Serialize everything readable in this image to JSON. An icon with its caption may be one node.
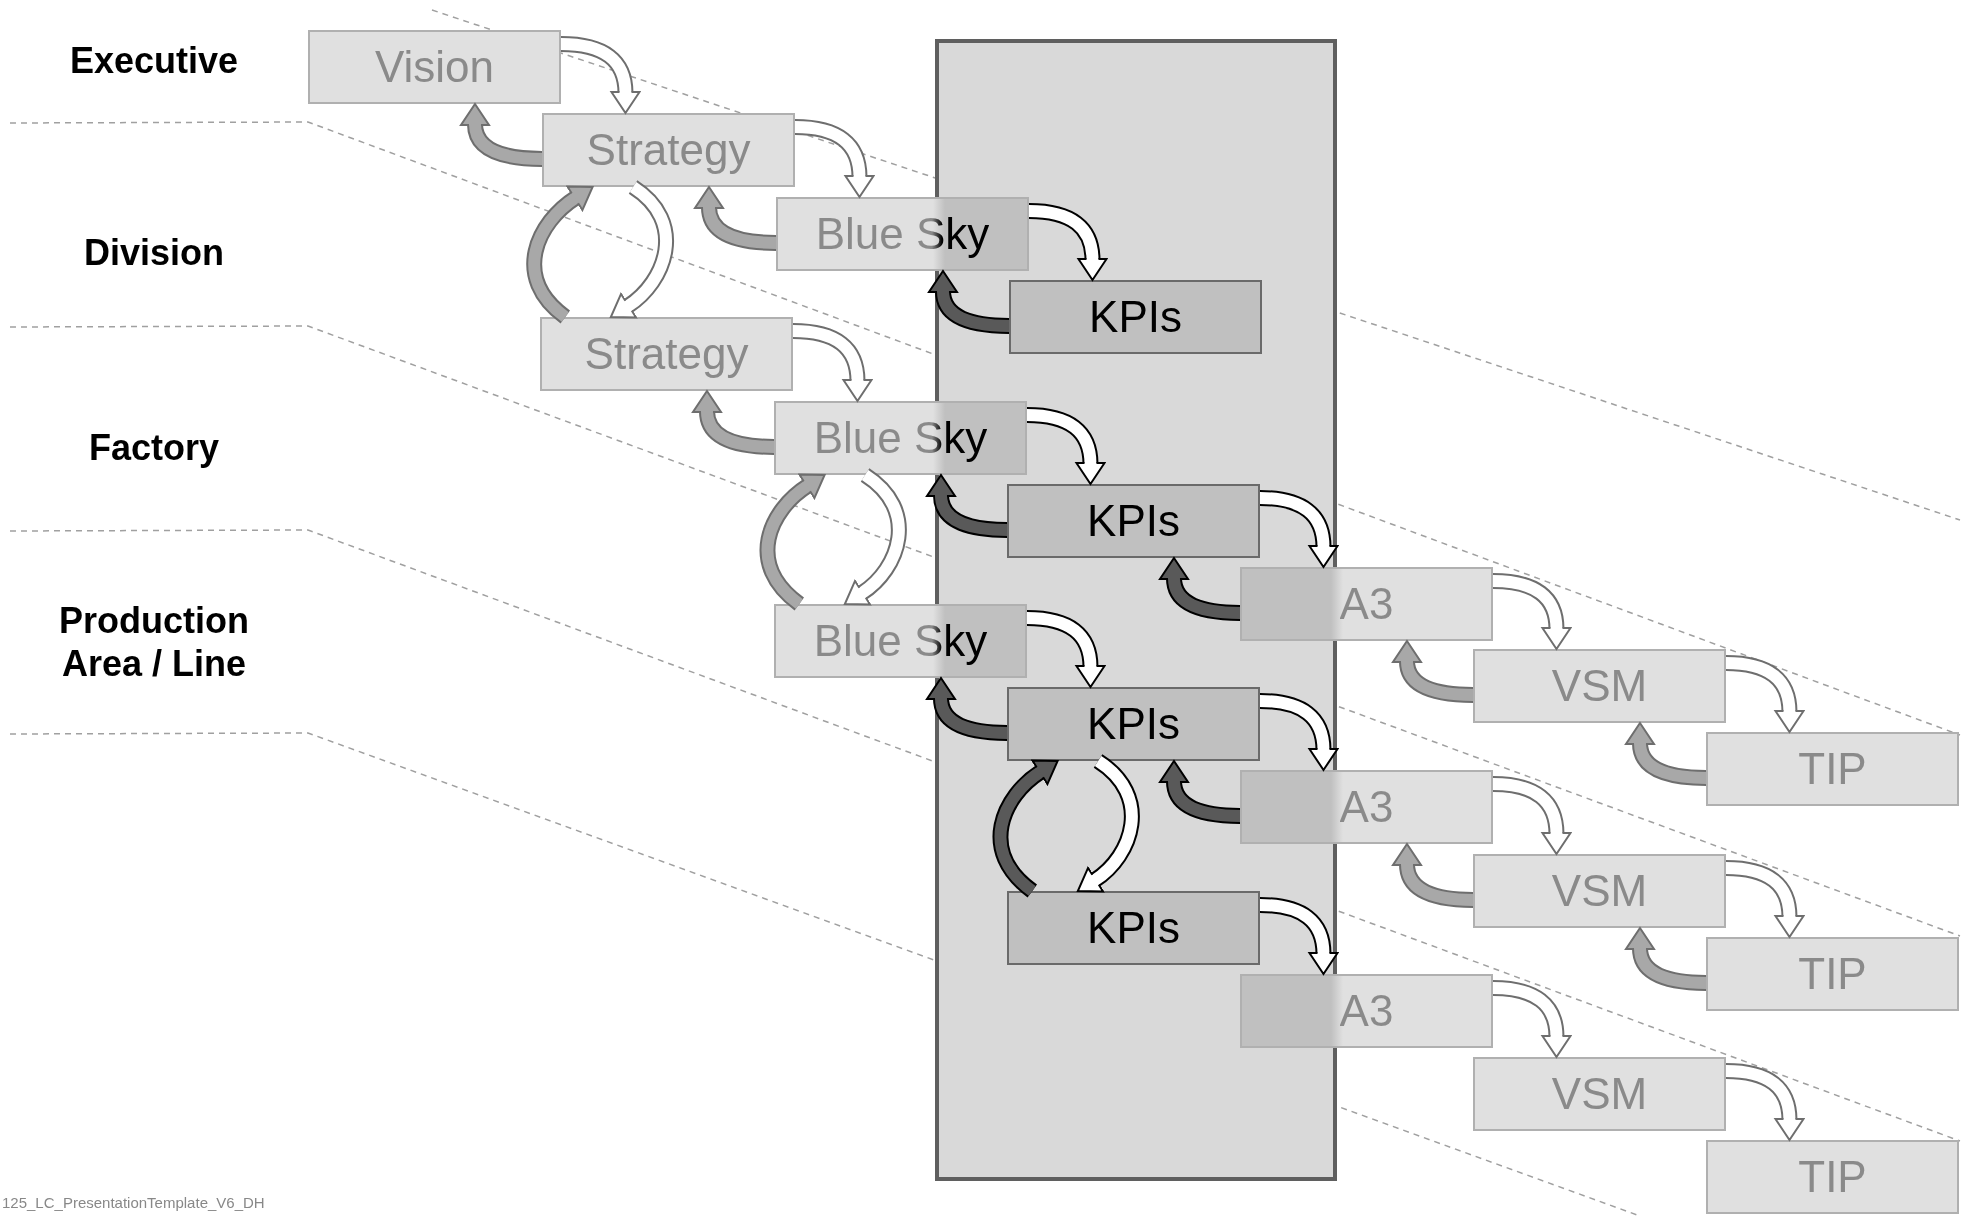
{
  "diagram": {
    "nodes": [
      {
        "text": [
          "Vision"
        ]
      },
      {
        "text": [
          "Strategy"
        ]
      },
      {
        "text": [
          "Blue Sky"
        ]
      },
      {
        "text": [
          "KPIs"
        ]
      },
      {
        "text": [
          "Strategy"
        ]
      },
      {
        "text": [
          "Blue Sky"
        ]
      },
      {
        "text": [
          "KPIs"
        ]
      },
      {
        "text": [
          "A3"
        ]
      },
      {
        "text": [
          "VSM"
        ]
      },
      {
        "text": [
          "TIP"
        ]
      },
      {
        "text": [
          "Blue Sky"
        ]
      },
      {
        "text": [
          "KPIs"
        ]
      },
      {
        "text": [
          "A3"
        ]
      },
      {
        "text": [
          "VSM"
        ]
      },
      {
        "text": [
          "TIP"
        ]
      },
      {
        "text": [
          "KPIs"
        ]
      },
      {
        "text": [
          "A3"
        ]
      },
      {
        "text": [
          "VSM"
        ]
      },
      {
        "text": [
          "TIP"
        ]
      }
    ],
    "edges": [
      {
        "from": 0,
        "to": 1,
        "arrow": "to"
      },
      {
        "from": 1,
        "to": 0,
        "arrow": "to",
        "color": "#a8a8a8"
      },
      {
        "from": 1,
        "to": 2,
        "arrow": "to"
      },
      {
        "from": 2,
        "to": 1,
        "arrow": "to",
        "color": "#a8a8a8"
      },
      {
        "from": 2,
        "to": 3,
        "arrow": "to"
      },
      {
        "from": 3,
        "to": 2,
        "arrow": "to",
        "color": "#595959"
      },
      {
        "from": 1,
        "to": 4,
        "arrow": "to"
      },
      {
        "from": 4,
        "to": 1,
        "arrow": "to",
        "color": "#a8a8a8"
      },
      {
        "from": 4,
        "to": 5,
        "arrow": "to"
      },
      {
        "from": 5,
        "to": 4,
        "arrow": "to",
        "color": "#a8a8a8"
      },
      {
        "from": 5,
        "to": 6,
        "arrow": "to"
      },
      {
        "from": 6,
        "to": 5,
        "arrow": "to",
        "color": "#595959"
      },
      {
        "from": 6,
        "to": 7,
        "arrow": "to"
      },
      {
        "from": 7,
        "to": 6,
        "arrow": "to",
        "color": "#595959"
      },
      {
        "from": 7,
        "to": 8,
        "arrow": "to"
      },
      {
        "from": 8,
        "to": 7,
        "arrow": "to",
        "color": "#a8a8a8"
      },
      {
        "from": 8,
        "to": 9,
        "arrow": "to"
      },
      {
        "from": 9,
        "to": 8,
        "arrow": "to",
        "color": "#a8a8a8"
      },
      {
        "from": 5,
        "to": 10,
        "arrow": "to"
      },
      {
        "from": 10,
        "to": 5,
        "arrow": "to",
        "color": "#a8a8a8"
      },
      {
        "from": 10,
        "to": 11,
        "arrow": "to"
      },
      {
        "from": 11,
        "to": 10,
        "arrow": "to",
        "color": "#595959"
      },
      {
        "from": 11,
        "to": 12,
        "arrow": "to"
      },
      {
        "from": 12,
        "to": 11,
        "arrow": "to",
        "color": "#595959"
      },
      {
        "from": 12,
        "to": 13,
        "arrow": "to"
      },
      {
        "from": 13,
        "to": 12,
        "arrow": "to",
        "color": "#a8a8a8"
      },
      {
        "from": 13,
        "to": 14,
        "arrow": "to"
      },
      {
        "from": 14,
        "to": 13,
        "arrow": "to",
        "color": "#a8a8a8"
      },
      {
        "from": 11,
        "to": 15,
        "arrow": "to"
      },
      {
        "from": 15,
        "to": 11,
        "arrow": "to",
        "color": "#595959"
      },
      {
        "from": 15,
        "to": 16,
        "arrow": "to"
      },
      {
        "from": 16,
        "to": 17,
        "arrow": "to"
      },
      {
        "from": 17,
        "to": 18,
        "arrow": "to"
      }
    ],
    "labels": [
      "Executive",
      "Division",
      "Factory",
      "Production Area / Line",
      "125_LC_PresentationTemplate_V6_DH"
    ]
  }
}
